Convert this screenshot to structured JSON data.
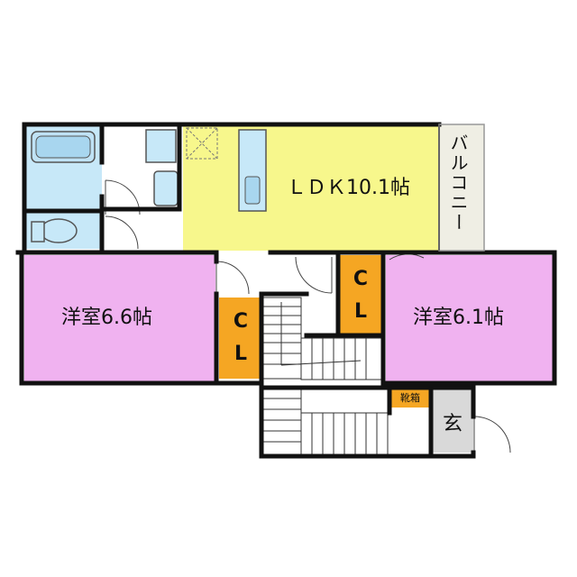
{
  "floorplan": {
    "rooms": {
      "ldk": {
        "label": "ＬＤＫ10.1帖",
        "color": "#f7f78c"
      },
      "western_left": {
        "label": "洋室6.6帖",
        "color": "#f0b2f0"
      },
      "western_right": {
        "label": "洋室6.1帖",
        "color": "#f0b2f0"
      },
      "closet_left": {
        "label_top": "C",
        "label_bottom": "L",
        "color": "#f5a623"
      },
      "closet_right": {
        "label_top": "C",
        "label_bottom": "L",
        "color": "#f5a623"
      },
      "balcony": {
        "label": "バルコニー",
        "color": "#efeee4"
      },
      "shoe_box": {
        "label": "靴箱",
        "color": "#f5a623"
      },
      "entrance": {
        "label": "玄",
        "color": "#d9d9d9"
      },
      "bath_color": "#c7e8f8"
    }
  }
}
